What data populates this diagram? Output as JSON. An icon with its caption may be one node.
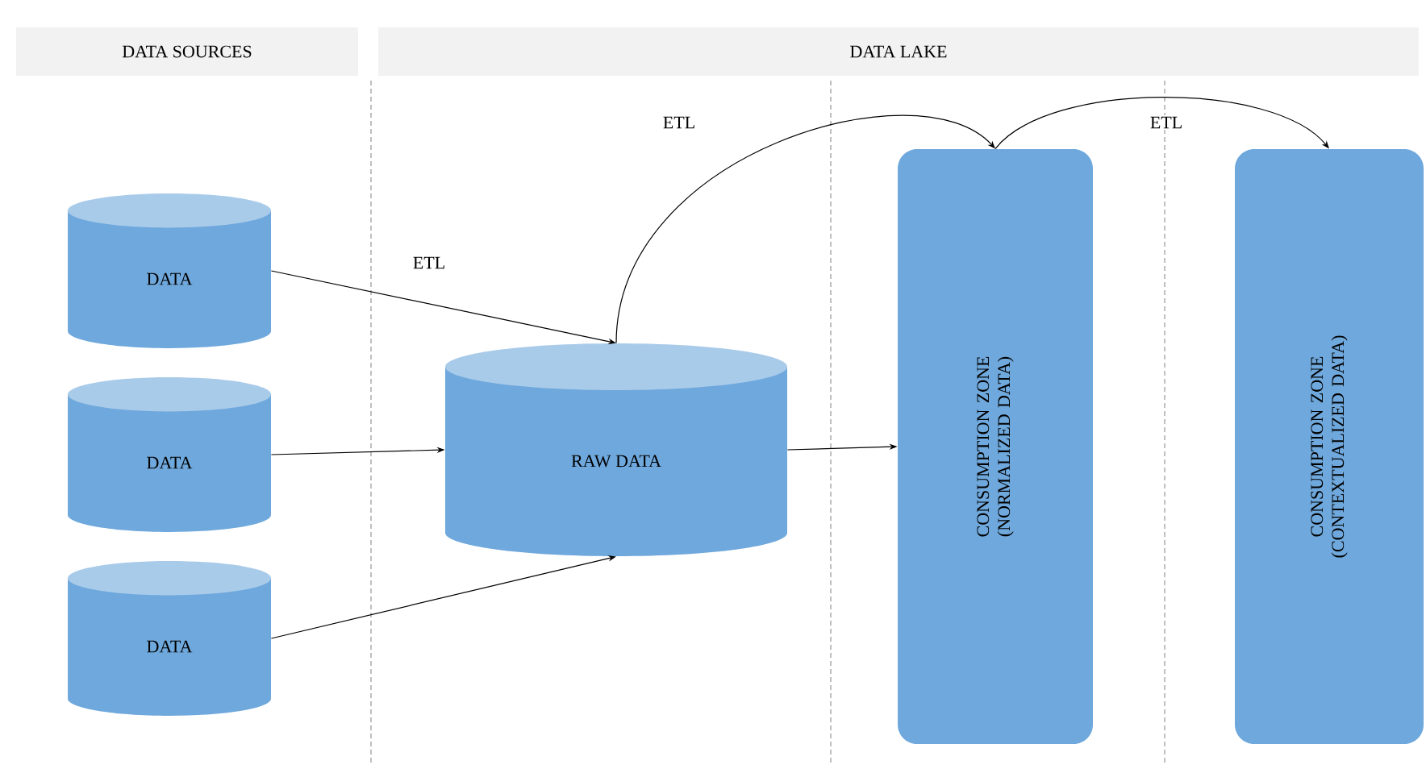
{
  "diagram": {
    "nodes": [
      {
        "text": [
          "DATA SOURCES"
        ]
      },
      {
        "text": [
          "DATA LAKE"
        ]
      },
      {
        "text": [
          "DATA"
        ]
      },
      {
        "text": [
          "DATA"
        ]
      },
      {
        "text": [
          "DATA"
        ]
      },
      {
        "text": [
          "RAW DATA"
        ]
      },
      {
        "text": [
          "CONSUMPTION ZONE (NORMALIZED DATA)"
        ]
      },
      {
        "text": [
          "CONSUMPTION ZONE (CONTEXTUALIZED DATA)"
        ]
      }
    ],
    "edges": [
      {
        "from": 2,
        "to": 5,
        "arrow": "to",
        "label": "ETL"
      },
      {
        "from": 3,
        "to": 5,
        "arrow": "to"
      },
      {
        "from": 4,
        "to": 5,
        "arrow": "to"
      },
      {
        "from": 5,
        "to": 6,
        "arrow": "to"
      },
      {
        "from": 5,
        "to": 6,
        "arrow": "to",
        "label": "ETL"
      },
      {
        "from": 6,
        "to": 7,
        "arrow": "to",
        "label": "ETL"
      }
    ]
  }
}
